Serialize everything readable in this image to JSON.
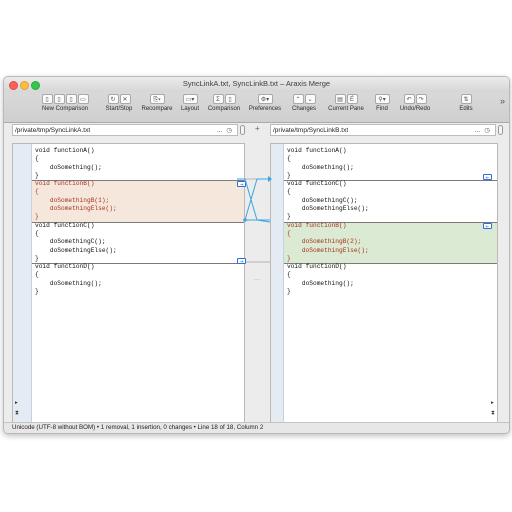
{
  "window": {
    "title": "SyncLinkA.txt, SyncLinkB.txt – Araxis Merge"
  },
  "toolbar": {
    "groups": [
      {
        "label": "New Comparison",
        "icons": [
          "doc-icon",
          "doc-icon",
          "doc-icon",
          "folder-icon"
        ]
      },
      {
        "label": "Start/Stop",
        "icons": [
          "refresh-icon",
          "stop-icon"
        ]
      },
      {
        "label": "Recompare",
        "icons": [
          "recompare-icon"
        ]
      },
      {
        "label": "Layout",
        "icons": [
          "layout-icon"
        ]
      },
      {
        "label": "Comparison",
        "icons": [
          "sigma-icon",
          "report-icon"
        ]
      },
      {
        "label": "Preferences",
        "icons": [
          "gear-icon"
        ]
      },
      {
        "label": "Changes",
        "icons": [
          "up-icon",
          "down-icon"
        ]
      },
      {
        "label": "Current Pane",
        "icons": [
          "pane-icon",
          "edit-icon"
        ]
      },
      {
        "label": "Find",
        "icons": [
          "search-icon"
        ]
      },
      {
        "label": "Undo/Redo",
        "icons": [
          "undo-icon",
          "redo-icon"
        ]
      },
      {
        "label": "Edits",
        "icons": [
          "edits-icon"
        ]
      }
    ],
    "overflow": "»"
  },
  "left": {
    "path": "/private/tmp/SyncLinkA.txt",
    "menu": "...",
    "lines": [
      "void functionA()",
      "{",
      "    doSomething();",
      "}",
      "void functionB()",
      "{",
      "    doSomethingB(1);",
      "    doSomethingElse();",
      "}",
      "void functionC()",
      "{",
      "    doSomethingC();",
      "    doSomethingElse();",
      "}",
      "void functionD()",
      "{",
      "    doSomething();",
      "}"
    ]
  },
  "right": {
    "path": "/private/tmp/SyncLinkB.txt",
    "menu": "...",
    "lines": [
      "void functionA()",
      "{",
      "    doSomething();",
      "}",
      "void functionC()",
      "{",
      "    doSomethingC();",
      "    doSomethingElse();",
      "}",
      "void functionB()",
      "{",
      "    doSomethingB(2);",
      "    doSomethingElse();",
      "}",
      "void functionD()",
      "{",
      "    doSomething();",
      "}"
    ]
  },
  "center": {
    "plus": "+",
    "dots": "···"
  },
  "status": {
    "text": "Unicode (UTF-8 without BOM) • 1 removal, 1 insertion, 0 changes • Line 18 of 18, Column 2"
  },
  "colors": {
    "removed_bg": "#f6e7dc",
    "inserted_bg": "#dbead2",
    "diff_text": "#a5331f",
    "link": "#3aa6e0"
  }
}
